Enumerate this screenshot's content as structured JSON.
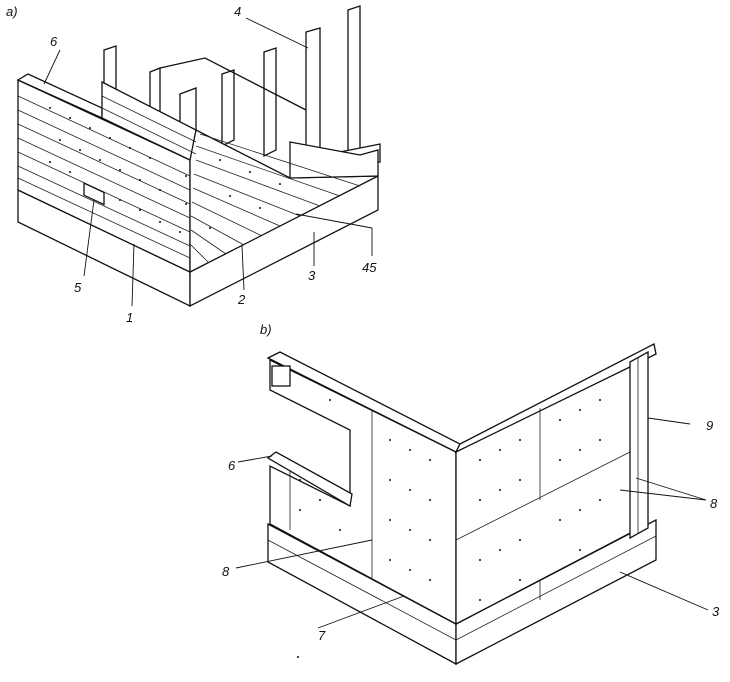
{
  "figure_a": {
    "panel_label": "a)",
    "callouts": [
      "1",
      "2",
      "3",
      "4",
      "5",
      "6",
      "45"
    ]
  },
  "figure_b": {
    "panel_label": "b)",
    "callouts": [
      "3",
      "6",
      "7",
      "8",
      "8",
      "9"
    ]
  }
}
